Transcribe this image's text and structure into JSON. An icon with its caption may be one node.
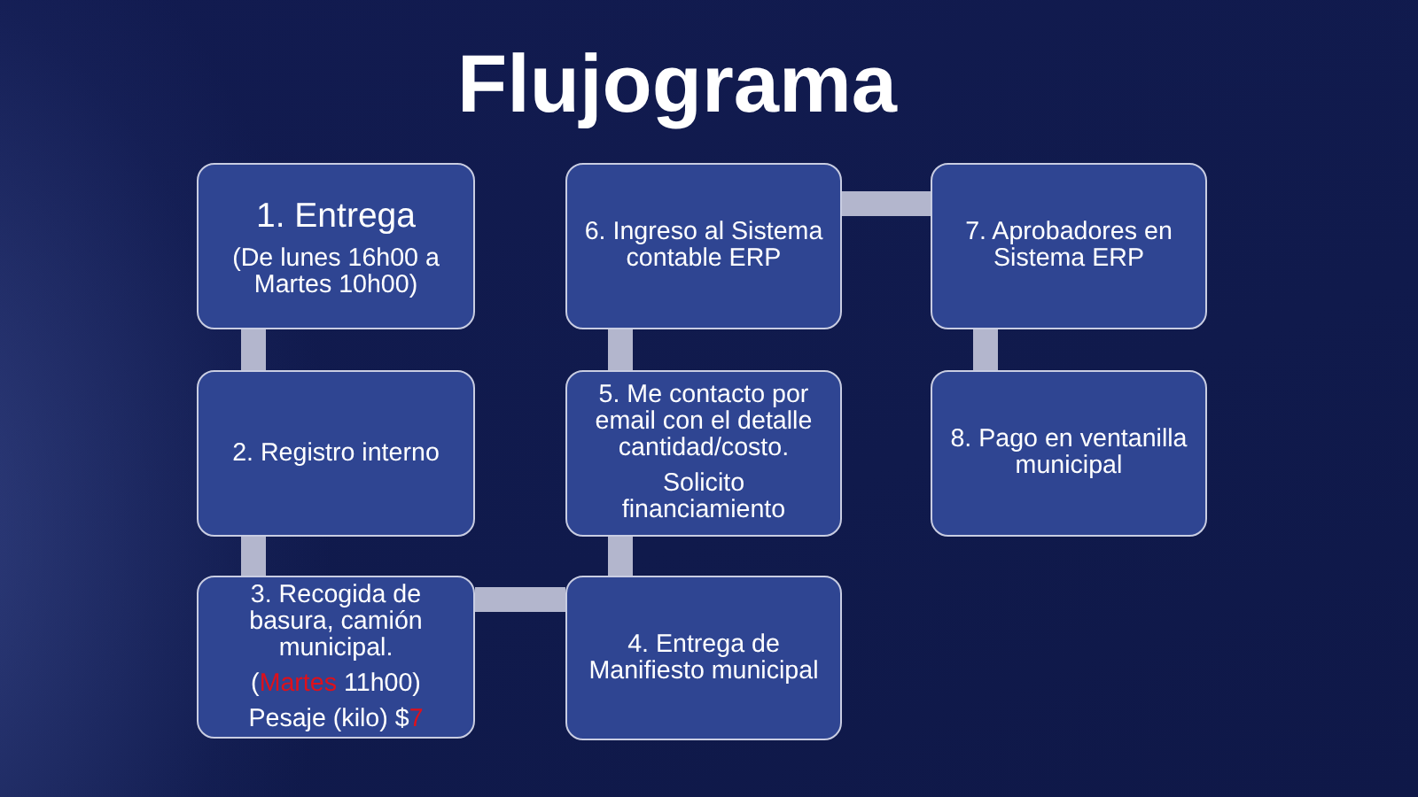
{
  "diagram": {
    "title": "Flujograma",
    "nodes": [
      {
        "text": [
          "1. Entrega",
          "(De lunes 16h00 a Martes 10h00)"
        ]
      },
      {
        "text": [
          "2. Registro interno"
        ]
      },
      {
        "text": [
          "3. Recogida de basura, camión municipal.",
          "(**Martes** 11h00)",
          "Pesaje (kilo) $**7**"
        ]
      },
      {
        "text": [
          "4. Entrega de Manifiesto municipal"
        ]
      },
      {
        "text": [
          "5. Me contacto por email con el detalle cantidad/costo.",
          "Solicito financiamiento"
        ]
      },
      {
        "text": [
          "6. Ingreso al Sistema contable ERP"
        ]
      },
      {
        "text": [
          "7. Aprobadores en Sistema ERP"
        ]
      },
      {
        "text": [
          "8. Pago en ventanilla municipal"
        ]
      }
    ],
    "edges": [
      {
        "from": 0,
        "to": 1,
        "arrow": "none"
      },
      {
        "from": 1,
        "to": 2,
        "arrow": "none"
      },
      {
        "from": 2,
        "to": 3,
        "arrow": "none"
      },
      {
        "from": 3,
        "to": 4,
        "arrow": "none"
      },
      {
        "from": 4,
        "to": 5,
        "arrow": "none"
      },
      {
        "from": 5,
        "to": 6,
        "arrow": "none"
      },
      {
        "from": 6,
        "to": 7,
        "arrow": "none"
      }
    ]
  }
}
